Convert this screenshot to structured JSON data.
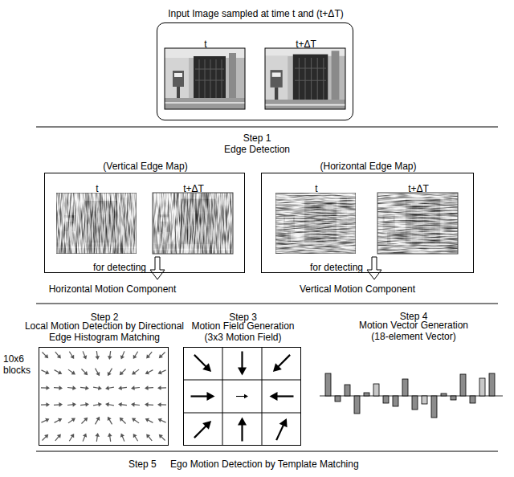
{
  "diagram": {
    "nodes": [
      {
        "text": [
          "Input Image sampled at time t and (t+ΔT)"
        ]
      },
      {
        "text": [
          "t"
        ],
        "in": 0
      },
      {
        "text": [
          "t+ΔT"
        ],
        "in": 0
      },
      {
        "text": [
          "(Vertical Edge Map)",
          "for detecting"
        ]
      },
      {
        "text": [
          "t"
        ],
        "in": 3
      },
      {
        "text": [
          "t+ΔT"
        ],
        "in": 3
      },
      {
        "text": [
          "(Horizontal Edge Map)",
          "for detecting"
        ]
      },
      {
        "text": [
          "t"
        ],
        "in": 6
      },
      {
        "text": [
          "t+ΔT"
        ],
        "in": 6
      },
      {
        "text": [
          "Step 2",
          "Local Motion Detection by Directional Edge Histogram Matching"
        ]
      },
      {
        "text": [
          "Step 3",
          "Motion Field Generation (3x3 Motion Field)"
        ]
      }
    ],
    "labels": [
      "Step 1",
      "Edge Detection",
      "Horizontal Motion Component",
      "Vertical Motion Component",
      "10x6 blocks",
      "Step 4",
      "Motion Vector Generation (18-element Vector)",
      "Step 5",
      "Ego Motion Detection by Template Matching"
    ]
  }
}
